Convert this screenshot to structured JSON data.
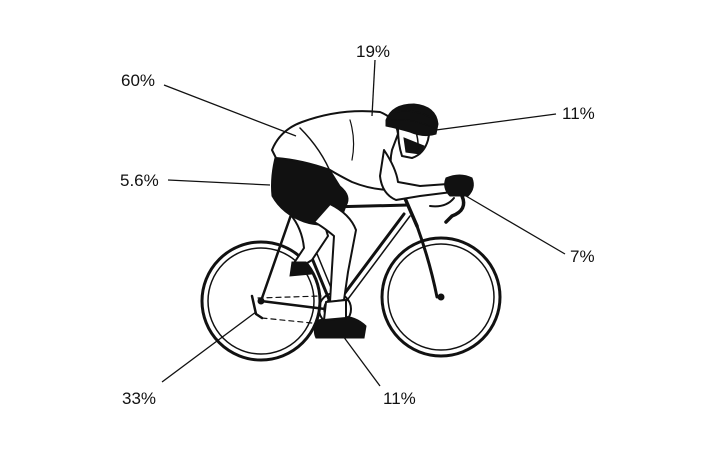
{
  "labels": {
    "upper_body": "60%",
    "head_shoulder": "19%",
    "helmet_front": "11%",
    "hip": "5.6%",
    "hands_bars": "7%",
    "rear_wheel": "33%",
    "feet_pedals": "11%"
  },
  "colors": {
    "ink": "#111111",
    "background": "#ffffff"
  }
}
